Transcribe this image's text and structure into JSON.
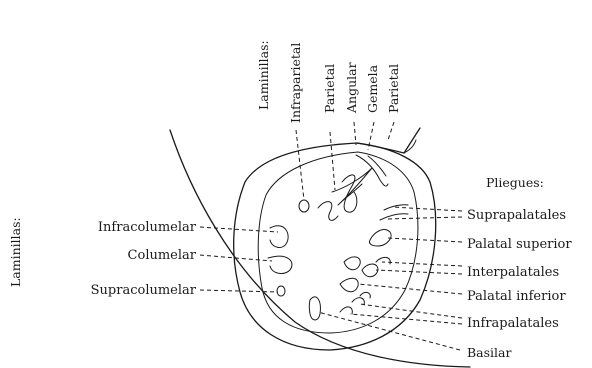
{
  "left_group": {
    "title": "Laminillas:",
    "items": [
      "Infracolumelar",
      "Columelar",
      "Supracolumelar"
    ]
  },
  "top_group": {
    "title": "Laminillas:",
    "items": [
      "Infraparietal",
      "Parietal",
      "Angular",
      "Gemela",
      "Parietal"
    ]
  },
  "right_group": {
    "title": "Pliegues:",
    "items": [
      "Suprapalatales",
      "Palatal superior",
      "Interpalatales",
      "Palatal inferior",
      "Infrapalatales"
    ]
  },
  "bottom_label": "Basilar"
}
